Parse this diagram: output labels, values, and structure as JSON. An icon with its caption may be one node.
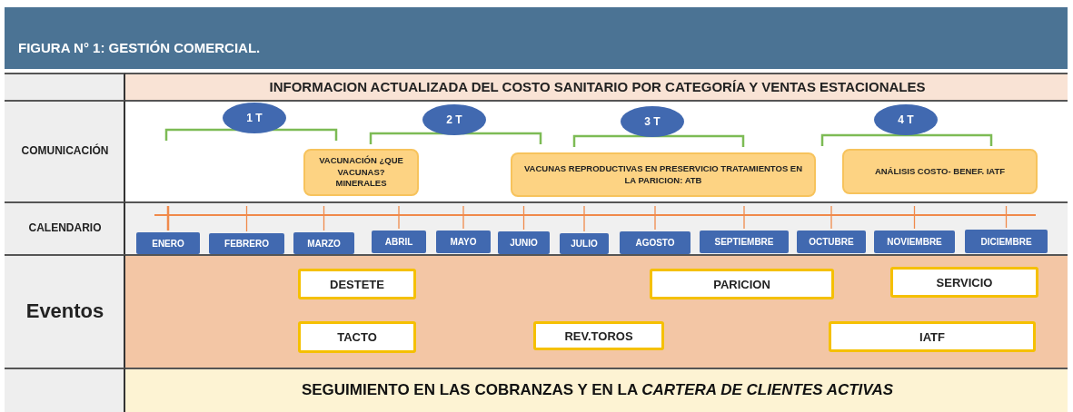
{
  "diagram": {
    "title": "FIGURA N° 1: GESTIÓN COMERCIAL.",
    "nodes": [
      {
        "text": [
          "INFORMACION ACTUALIZADA DEL COSTO SANITARIO POR CATEGORÍA Y VENTAS ESTACIONALES"
        ]
      },
      {
        "text": [
          "1 T"
        ]
      },
      {
        "text": [
          "2 T"
        ]
      },
      {
        "text": [
          "3 T"
        ]
      },
      {
        "text": [
          "4 T"
        ]
      },
      {
        "text": [
          "VACUNACIÓN ¿QUE VACUNAS? MINERALES"
        ]
      },
      {
        "text": [
          "VACUNAS REPRODUCTIVAS EN PRESERVICIO TRATAMIENTOS EN LA PARICION: ATB"
        ]
      },
      {
        "text": [
          "ANÁLISIS COSTO- BENEF. IATF"
        ]
      },
      {
        "text": [
          "ENERO"
        ]
      },
      {
        "text": [
          "FEBRERO"
        ]
      },
      {
        "text": [
          "MARZO"
        ]
      },
      {
        "text": [
          "ABRIL"
        ]
      },
      {
        "text": [
          "MAYO"
        ]
      },
      {
        "text": [
          "JUNIO"
        ]
      },
      {
        "text": [
          "JULIO"
        ]
      },
      {
        "text": [
          "AGOSTO"
        ]
      },
      {
        "text": [
          "SEPTIEMBRE"
        ]
      },
      {
        "text": [
          "OCTUBRE"
        ]
      },
      {
        "text": [
          "NOVIEMBRE"
        ]
      },
      {
        "text": [
          "DICIEMBRE"
        ]
      },
      {
        "text": [
          "DESTETE"
        ]
      },
      {
        "text": [
          "PARICION"
        ]
      },
      {
        "text": [
          "SERVICIO"
        ]
      },
      {
        "text": [
          "TACTO"
        ]
      },
      {
        "text": [
          "REV.TOROS"
        ]
      },
      {
        "text": [
          "IATF"
        ]
      },
      {
        "text": [
          "SEGUIMIENTO EN LAS COBRANZAS Y EN LA *CARTERA DE CLIENTES ACTIVAS*"
        ]
      }
    ],
    "labels": [
      "COMUNICACIÓN",
      "CALENDARIO",
      "Eventos"
    ]
  }
}
